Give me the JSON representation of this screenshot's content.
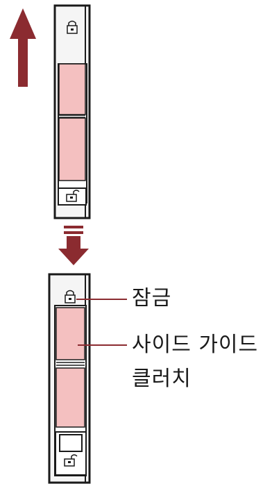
{
  "labels": {
    "lock": "잠금",
    "clutch_line1": "사이드 가이드",
    "clutch_line2": "클러치"
  },
  "colors": {
    "arrow": "#8b2b30",
    "clutch_fill": "#f4c0c0",
    "line": "#8b2b30",
    "outline": "#1a1a1a"
  }
}
